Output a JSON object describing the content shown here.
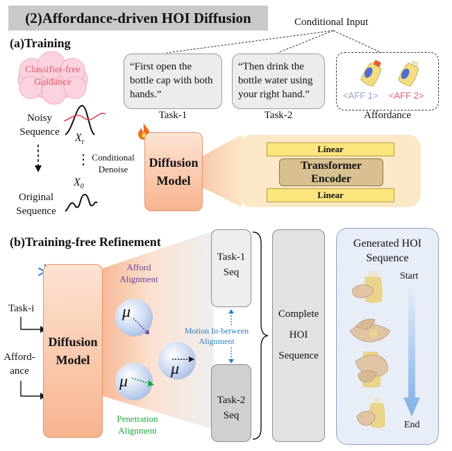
{
  "title": "(2)Affordance-driven HOI Diffusion",
  "training": {
    "heading": "(a)Training",
    "cfg_cloud": "Classifier-free Guidance",
    "noisy_line1": "Noisy",
    "noisy_line2": "Sequence",
    "original_line1": "Original",
    "original_line2": "Sequence",
    "xt_label": "X",
    "xt_sub": "t",
    "x0_label": "X",
    "x0_sub": "0",
    "vdots": "⋮",
    "cond_line1": "Conditional",
    "cond_line2": "Denoise",
    "conditional_input": "Conditional Input",
    "task1_text": "“First open the bottle cap with both hands.”",
    "task2_text": "“Then drink the bottle water using your right hand.”",
    "task1_label": "Task-1",
    "task2_label": "Task-2",
    "affordance_label": "Affordance",
    "aff1": "<AFF 1>",
    "aff2": "<AFF 2>",
    "diffusion_line1": "Diffusion",
    "diffusion_line2": "Model",
    "linear_top": "Linear",
    "transformer_line1": "Transformer",
    "transformer_line2": "Encoder",
    "linear_bottom": "Linear"
  },
  "refinement": {
    "heading": "(b)Training-free Refinement",
    "task_i": "Task-i",
    "afford_line1": "Afford-",
    "afford_line2": "ance",
    "diffusion_line1": "Diffusion",
    "diffusion_line2": "Model",
    "afford_align_line1": "Afford",
    "afford_align_line2": "Alignment",
    "motion_line1": "Motion In-between",
    "motion_line2": "Alignment",
    "penetration_line1": "Penetration",
    "penetration_line2": "Alignment",
    "mu": "μ",
    "task1_seq_line1": "Task-1",
    "task1_seq_line2": "Seq",
    "task2_seq_line1": "Task-2",
    "task2_seq_line2": "Seq",
    "complete_line1": "Complete",
    "complete_line2": "HOI",
    "complete_line3": "Sequence",
    "generated_line1": "Generated HOI",
    "generated_line2": "Sequence",
    "start": "Start",
    "end": "End"
  },
  "colors": {
    "afford_alignment": "#6b3fa0",
    "motion_alignment": "#2a7fbf",
    "penetration_alignment": "#1aa33a",
    "aff1": "#8fa3d6",
    "aff2": "#e0607a",
    "cfg_text": "#e05a6a"
  }
}
